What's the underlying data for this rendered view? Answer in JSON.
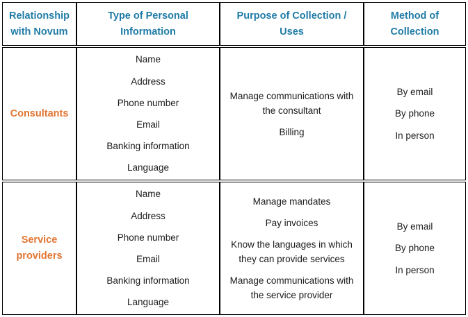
{
  "table": {
    "headers": {
      "relationship": [
        "Relationship",
        "with Novum"
      ],
      "personal_info": [
        "Type of Personal",
        "Information"
      ],
      "purpose": [
        "Purpose of Collection /",
        "Uses"
      ],
      "method": [
        "Method of",
        "Collection"
      ]
    },
    "rows": [
      {
        "relationship": [
          "Consultants"
        ],
        "personal_info": [
          "Name",
          "Address",
          "Phone number",
          "Email",
          "Banking information",
          "Language"
        ],
        "purpose": [
          [
            "Manage communications with",
            "the consultant"
          ],
          [
            "Billing"
          ]
        ],
        "method": [
          "By email",
          "By phone",
          "In person"
        ]
      },
      {
        "relationship": [
          "Service",
          "providers"
        ],
        "personal_info": [
          "Name",
          "Address",
          "Phone number",
          "Email",
          "Banking information",
          "Language"
        ],
        "purpose": [
          [
            "Manage mandates"
          ],
          [
            "Pay invoices"
          ],
          [
            "Know the languages in which",
            "they can provide services"
          ],
          [
            "Manage communications with",
            "the service provider"
          ]
        ],
        "method": [
          "By email",
          "By phone",
          "In person"
        ]
      }
    ]
  },
  "colors": {
    "header_text": "#1f7ba6",
    "relationship_text": "#e27532",
    "border": "#000000"
  }
}
